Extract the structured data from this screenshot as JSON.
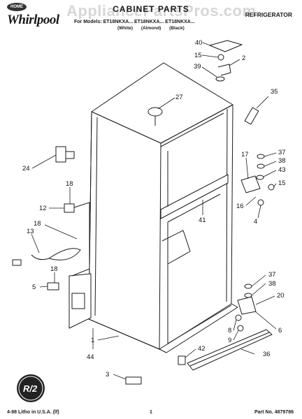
{
  "header": {
    "brand": "Whirlpool",
    "brand_tag": "HOME",
    "watermark": "AppliancePartsPros.com",
    "title": "CABINET PARTS",
    "category": "REFRIGERATOR",
    "models_label": "For Models: ET18NKXA...  ET18NKXA...  ET18NKXA...",
    "variants": "(White) (Almond) (Black)"
  },
  "callouts": {
    "c40": "40",
    "c15a": "15",
    "c2": "2",
    "c39": "39",
    "c27": "27",
    "c35": "35",
    "c24": "24",
    "c17": "17",
    "c37a": "37",
    "c38a": "38",
    "c43": "43",
    "c15b": "15",
    "c16": "16",
    "c4": "4",
    "c18a": "18",
    "c12": "12",
    "c41": "41",
    "c18b": "18",
    "c13": "13",
    "c18c": "18",
    "c5": "5",
    "c37b": "37",
    "c38b": "38",
    "c20": "20",
    "c6": "6",
    "c8": "8",
    "c9": "9",
    "c1": "1",
    "c44": "44",
    "c42": "42",
    "c36": "36",
    "c3": "3"
  },
  "stamp_text": "R/2",
  "footer": {
    "litho": "4-98 Litho in U.S.A. (lf)",
    "page": "1",
    "part_no": "Part No. 4879786"
  }
}
